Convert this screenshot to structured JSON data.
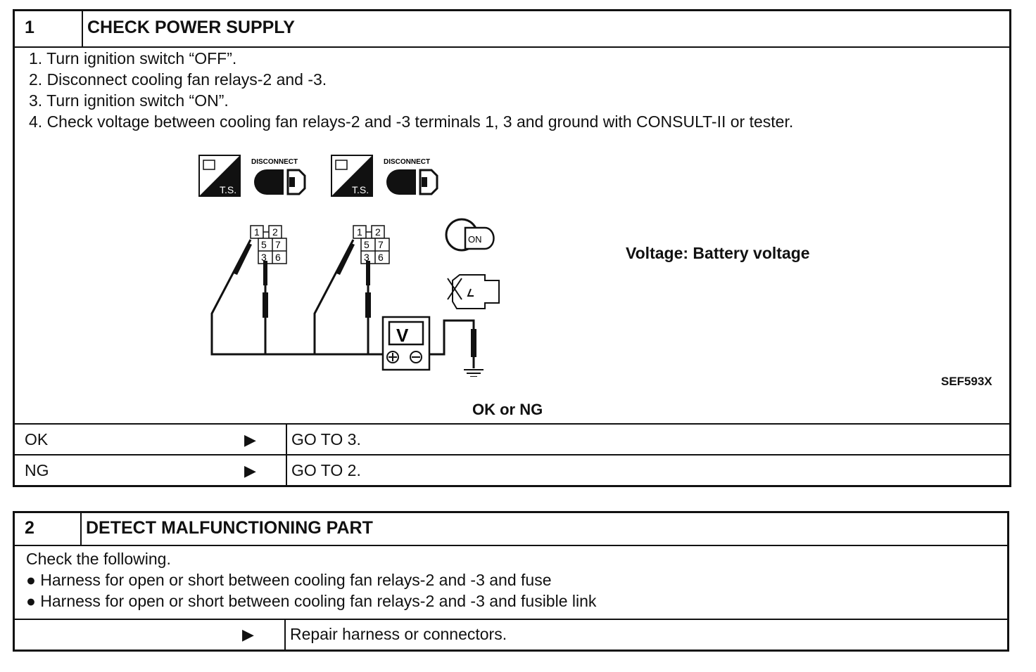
{
  "section1": {
    "number": "1",
    "title": "CHECK POWER SUPPLY",
    "steps": [
      "1.  Turn ignition switch “OFF”.",
      "2.  Disconnect cooling fan relays-2 and -3.",
      "3.  Turn ignition switch “ON”.",
      "4.  Check voltage between cooling fan relays-2 and -3 terminals 1, 3 and ground with CONSULT-II or tester."
    ],
    "diagram": {
      "ts_label": "T.S.",
      "disconnect_label": "DISCONNECT",
      "on_label": "ON",
      "voltmeter_label": "V",
      "terminals": [
        "1",
        "2",
        "5",
        "7",
        "3",
        "6"
      ]
    },
    "voltage_spec": "Voltage: Battery voltage",
    "figure_code": "SEF593X",
    "prompt": "OK or NG",
    "results": [
      {
        "condition": "OK",
        "arrow": "▶",
        "action": "GO TO 3."
      },
      {
        "condition": "NG",
        "arrow": "▶",
        "action": "GO TO 2."
      }
    ]
  },
  "section2": {
    "number": "2",
    "title": "DETECT MALFUNCTIONING PART",
    "intro": "Check the following.",
    "bullets": [
      "●  Harness for open or short between cooling fan relays-2 and -3 and fuse",
      "●  Harness for open or short between cooling fan relays-2 and -3 and fusible link"
    ],
    "result": {
      "condition": "",
      "arrow": "▶",
      "action": "Repair harness or connectors."
    }
  }
}
